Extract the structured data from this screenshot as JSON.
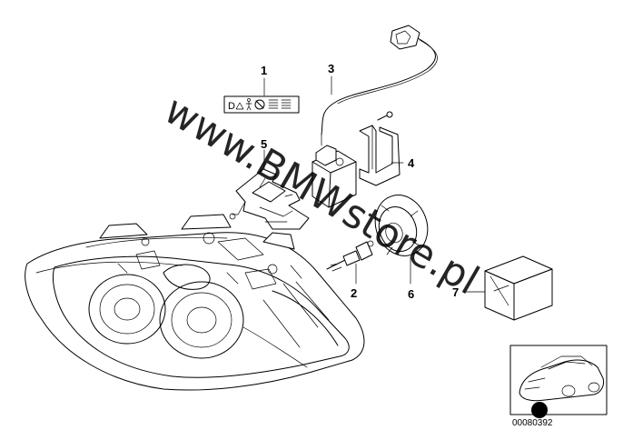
{
  "watermark": "www.BMWstore.pl",
  "parts": [
    {
      "callout": "1"
    },
    {
      "callout": "2"
    },
    {
      "callout": "3"
    },
    {
      "callout": "4"
    },
    {
      "callout": "5"
    },
    {
      "callout": "6"
    },
    {
      "callout": "7"
    }
  ],
  "label_sticker": {
    "glyph": "D"
  },
  "thumbnail": {
    "code": "00080392"
  }
}
